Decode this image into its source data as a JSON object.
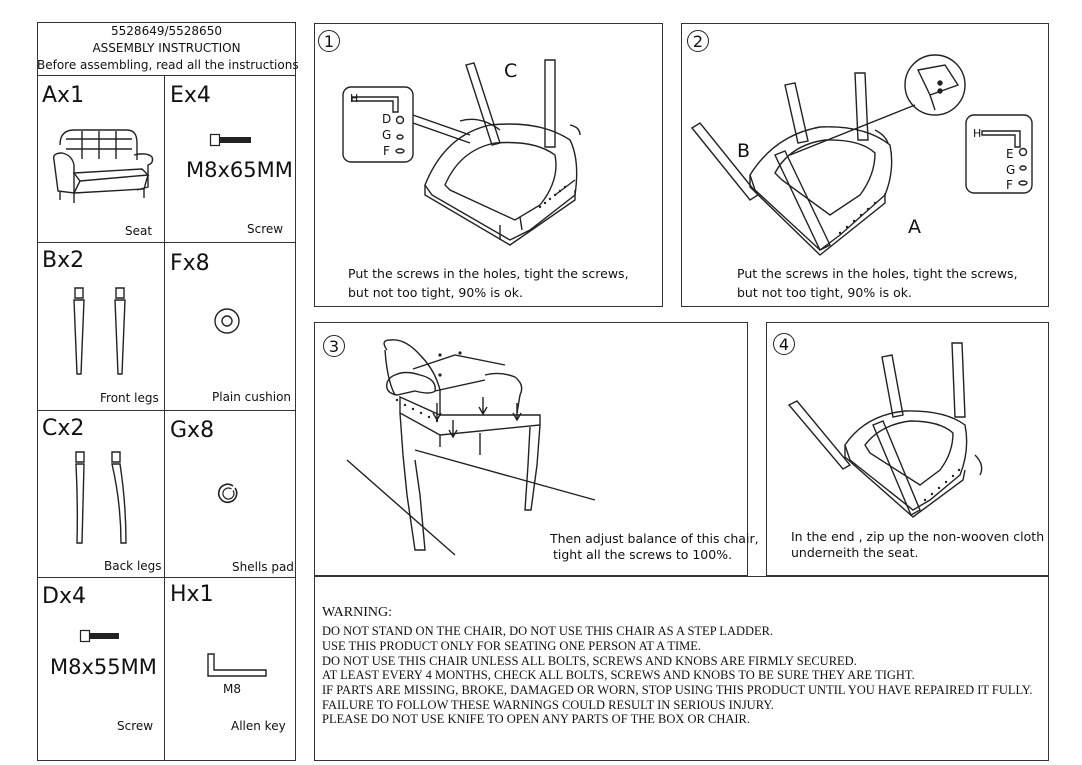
{
  "header": {
    "model": "5528649/5528650",
    "title": "ASSEMBLY INSTRUCTION",
    "subtitle": "Before assembling, read all the instructions"
  },
  "parts": [
    {
      "code": "Ax1",
      "label": "Seat"
    },
    {
      "code": "Ex4",
      "label": "Screw",
      "size": "M8x65MM"
    },
    {
      "code": "Bx2",
      "label": "Front legs"
    },
    {
      "code": "Fx8",
      "label": "Plain cushion"
    },
    {
      "code": "Cx2",
      "label": "Back legs"
    },
    {
      "code": "Gx8",
      "label": "Shells pad"
    },
    {
      "code": "Dx4",
      "label": "Screw",
      "size": "M8x55MM"
    },
    {
      "code": "Hx1",
      "label": "Allen key",
      "size": "M8"
    }
  ],
  "steps": [
    {
      "num": "1",
      "line1": "Put the screws in the holes, tight the screws,",
      "line2": "but not too tight, 90% is ok."
    },
    {
      "num": "2",
      "line1": "Put the screws in the holes, tight the screws,",
      "line2": "but not too tight, 90% is ok."
    },
    {
      "num": "3",
      "line1": "Then adjust balance of this chair,",
      "line2": "tight all the screws to 100%."
    },
    {
      "num": "4",
      "line1": "In the end , zip up the non-wooven cloth",
      "line2": "underneith the seat."
    }
  ],
  "callouts": {
    "c": "C",
    "b": "B",
    "a": "A",
    "h": "H",
    "d": "D",
    "e": "E",
    "g": "G",
    "f": "F"
  },
  "warning": {
    "heading": "WARNING:",
    "lines": [
      "DO NOT STAND ON THE CHAIR, DO NOT USE THIS CHAIR AS A STEP LADDER.",
      "USE THIS PRODUCT ONLY FOR SEATING ONE PERSON AT A TIME.",
      "DO NOT USE THIS CHAIR UNLESS ALL BOLTS, SCREWS AND KNOBS ARE FIRMLY SECURED.",
      "AT LEAST EVERY 4 MONTHS, CHECK ALL BOLTS, SCREWS AND KNOBS TO BE SURE THEY ARE TIGHT.",
      "IF PARTS ARE MISSING, BROKE, DAMAGED OR WORN, STOP USING THIS PRODUCT UNTIL YOU HAVE REPAIRED IT FULLY.",
      "FAILURE TO FOLLOW THESE WARNINGS COULD RESULT IN SERIOUS INJURY.",
      "PLEASE DO NOT USE KNIFE TO OPEN ANY PARTS OF THE BOX OR CHAIR."
    ]
  }
}
